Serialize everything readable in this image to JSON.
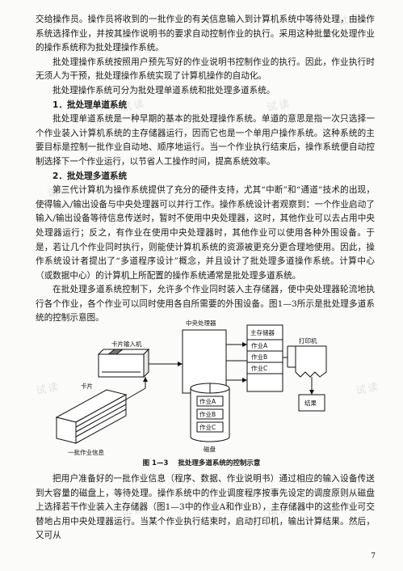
{
  "paragraphs_top": [
    {
      "type": "cont",
      "text": "交给操作员。操作员将收到的一批作业的有关信息输入到计算机系统中等待处理，由操作系统选择作业，并按其操作说明书的要求自动控制作业的执行。采用这种批量化处理作业的操作系统称为批处理操作系统。"
    },
    {
      "type": "ind",
      "text": "批处理操作系统按照用户预先写好的作业说明书控制作业的执行。因此，作业执行时无须人为干预，批处理操作系统实现了计算机操作的自动化。"
    },
    {
      "type": "ind",
      "text": "批处理操作系统可分为批处理单道系统和批处理多道系统。"
    },
    {
      "type": "h",
      "text": "1．批处理单道系统"
    },
    {
      "type": "ind",
      "text": "批处理单道系统是一种早期的基本的批处理操作系统。单道的意思是指一次只选择一个作业装入计算机系统的主存储器运行，因而它也是一个单用户操作系统。这种系统的主要目标是控制一批作业自动地、顺序地运行。当一个作业执行结束后，操作系统便自动控制选择下一个作业运行，以节省人工操作时间，提高系统效率。"
    },
    {
      "type": "h",
      "text": "2．批处理多道系统"
    },
    {
      "type": "ind",
      "text": "第三代计算机为操作系统提供了充分的硬件支持，尤其“中断”和“通道”技术的出现，使得输入/输出设备与中央处理器可以并行工作。操作系统设计者观察到：一个作业启动了输入/输出设备等待信息传送时，暂时不使用中央处理器，这时，其他作业可以去占用中央处理器运行；反之，有作业在使用中央处理器时，其他作业可以使用各种外围设备。于是，若让几个作业同时执行，则能使计算机系统的资源被更充分更合理地使用。因此，操作系统设计者提出了“多道程序设计”概念，并且设计了批处理多道操作系统。计算中心（或数据中心）的计算机上所配置的操作系统通常是批处理多道系统。"
    },
    {
      "type": "ind",
      "text": "在批处理多道系统控制下，允许多个作业同时装入主存储器，使中央处理器轮流地执行各个作业，各个作业可以同时使用各自所需要的外围设备。图1—3所示是批处理多道系统的控制示意图。"
    }
  ],
  "figure": {
    "cpu": "中央处理器",
    "memory": "主存储器",
    "mem_jobs": [
      "作业A",
      "作业B",
      "作业C"
    ],
    "card_reader": "卡片输入机",
    "card": "卡片",
    "job_info": "一批作业信息",
    "printer": "打印机",
    "result": "结果",
    "disk_jobs": [
      "作业A",
      "作业B",
      "作业C"
    ],
    "disk": "磁盘",
    "caption_num": "图 1—3",
    "caption_text": "批处理多道系统的控制示意"
  },
  "paragraphs_bottom": [
    {
      "type": "ind",
      "text": "把用户准备好的一批作业信息（程序、数据、作业说明书）通过相应的输入设备传送到大容量的磁盘上，等待处理。操作系统中的作业调度程序按事先设定的调度原则从磁盘上选择若干作业装入主存储器（图1—3中的作业A和作业B），主存储器中的这些作业可交替地占用中央处理器运行。当某个作业执行结束时，启动打印机，输出计算结果。然后，又可从"
    }
  ],
  "page_number": "7",
  "watermark": "试读"
}
